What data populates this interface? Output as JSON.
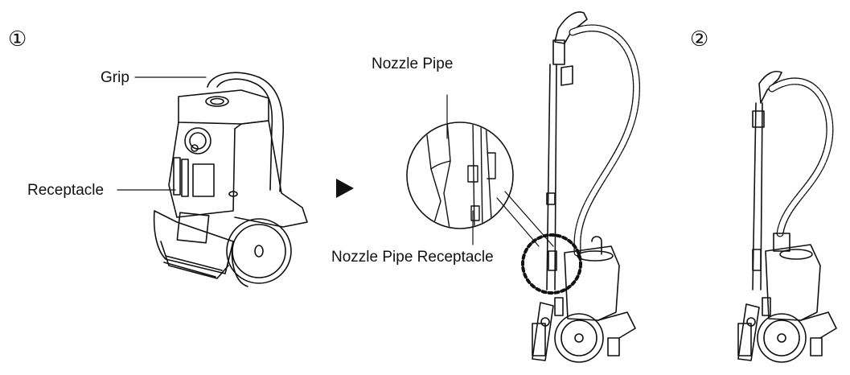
{
  "steps": {
    "step1": "①",
    "step2": "②"
  },
  "labels": {
    "grip": "Grip",
    "receptacle": "Receptacle",
    "nozzle_pipe": "Nozzle Pipe",
    "nozzle_pipe_receptacle": "Nozzle Pipe Receptacle"
  },
  "arrow_icon": "play-triangle-icon"
}
